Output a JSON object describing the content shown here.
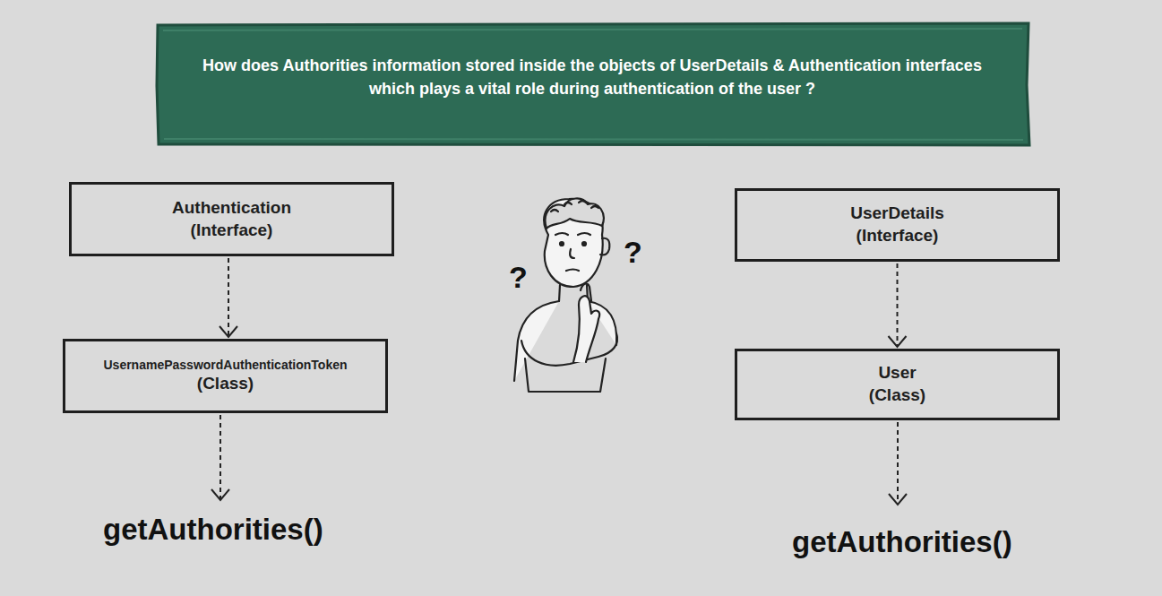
{
  "diagram": {
    "title": "How does Authorities information stored inside the objects of UserDetails & Authentication interfaces which plays a vital role during authentication of the user ?",
    "nodes": [
      {
        "text": [
          "Authentication",
          "(Interface)"
        ]
      },
      {
        "text": [
          "UsernamePasswordAuthenticationToken",
          "(Class)"
        ]
      },
      {
        "text": [
          "UserDetails",
          "(Interface)"
        ]
      },
      {
        "text": [
          "User",
          "(Class)"
        ]
      }
    ],
    "edges": [
      {
        "from": 0,
        "to": 1,
        "arrow": "to"
      },
      {
        "from": 2,
        "to": 3,
        "arrow": "to"
      }
    ],
    "labels": [
      "getAuthorities()",
      "getAuthorities()",
      "?",
      "?"
    ]
  }
}
